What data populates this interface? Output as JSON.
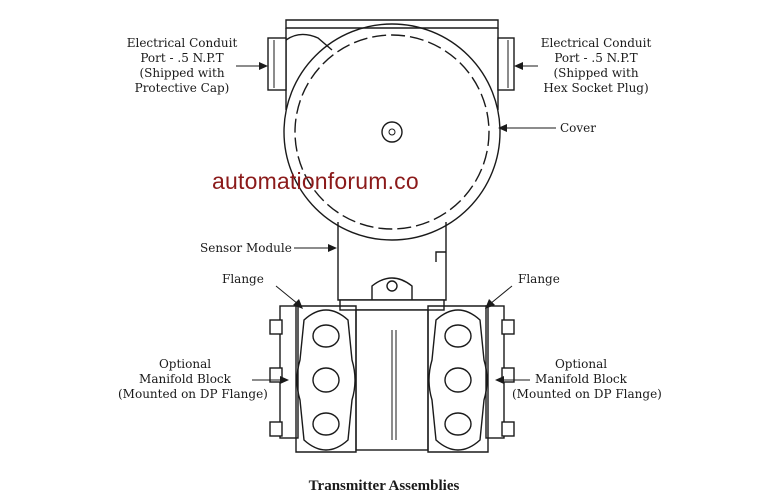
{
  "labels": {
    "conduit_left": [
      "Electrical Conduit",
      "Port - .5 N.P.T",
      "(Shipped with",
      "Protective Cap)"
    ],
    "conduit_right": [
      "Electrical Conduit",
      "Port - .5 N.P.T",
      "(Shipped with",
      "Hex Socket Plug)"
    ],
    "cover": "Cover",
    "sensor_module": "Sensor Module",
    "flange_left": "Flange",
    "flange_right": "Flange",
    "manifold_left": [
      "Optional",
      "Manifold Block",
      "(Mounted on DP Flange)"
    ],
    "manifold_right": [
      "Optional",
      "Manifold Block",
      "(Mounted on DP Flange)"
    ]
  },
  "watermark": "automationforum.co",
  "caption": "Transmitter Assemblies"
}
